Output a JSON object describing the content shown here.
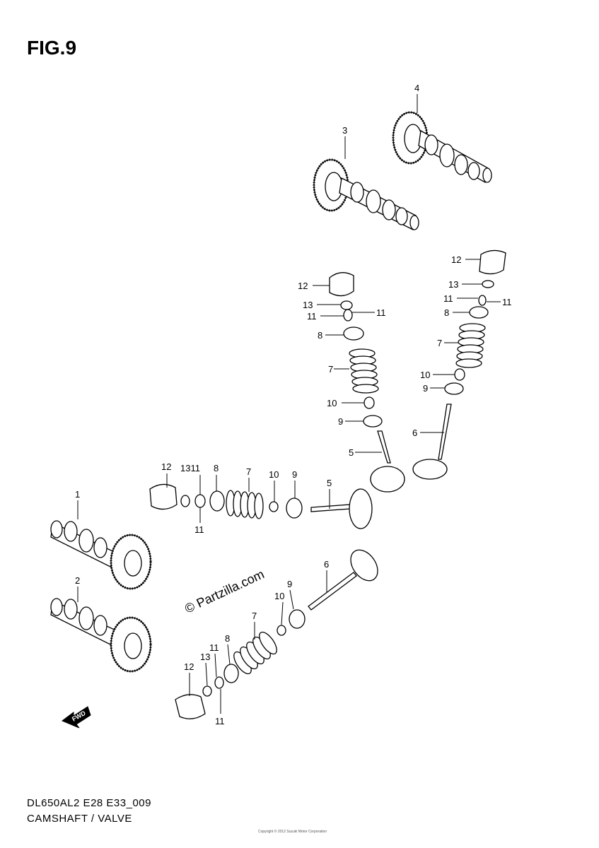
{
  "figure": {
    "title": "FIG.9"
  },
  "callouts": {
    "c1": "1",
    "c2": "2",
    "c3": "3",
    "c4": "4",
    "c5a": "5",
    "c5b": "5",
    "c6a": "6",
    "c6b": "6",
    "c7a": "7",
    "c7b": "7",
    "c7c": "7",
    "c7d": "7",
    "c8a": "8",
    "c8b": "8",
    "c8c": "8",
    "c8d": "8",
    "c9a": "9",
    "c9b": "9",
    "c9c": "9",
    "c9d": "9",
    "c10a": "10",
    "c10b": "10",
    "c10c": "10",
    "c10d": "10",
    "c11a": "11",
    "c11b": "11",
    "c11c": "11",
    "c11d": "11",
    "c11e": "11",
    "c11f": "11",
    "c11g": "11",
    "c12a": "12",
    "c12b": "12",
    "c12c": "12",
    "c12d": "12",
    "c13a": "13",
    "c13b": "13",
    "c13c": "13",
    "c1311": "1311"
  },
  "watermark": "© Partzilla.com",
  "direction": {
    "label": "FWD"
  },
  "footer": {
    "code": "DL650AL2 E28 E33_009",
    "name": "CAMSHAFT / VALVE"
  },
  "copyright_fine": "Copyright © 2012 Suzuki Motor Corporation"
}
